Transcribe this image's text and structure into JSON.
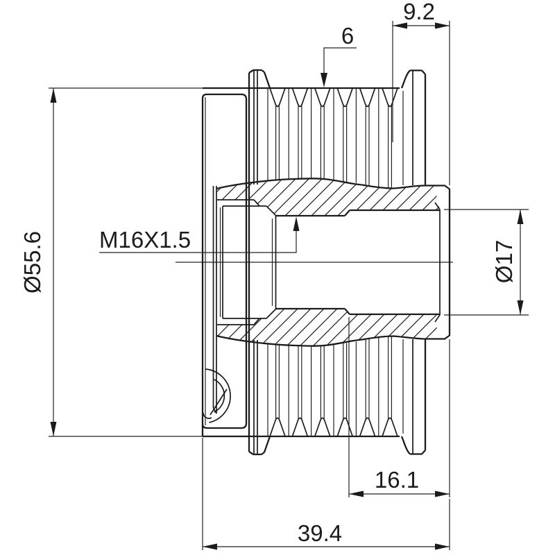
{
  "drawing": {
    "type": "engineering-cross-section",
    "subject": "alternator-freewheel-pulley",
    "line_color": "#1b1b1b",
    "background": "#ffffff",
    "dimensions": {
      "outer_diameter": "Ø55.6",
      "bore_diameter": "Ø17",
      "thread_spec": "M16X1.5",
      "groove_count": "6",
      "end_offset": "9.2",
      "bore_depth": "16.1",
      "total_length": "39.4"
    }
  }
}
